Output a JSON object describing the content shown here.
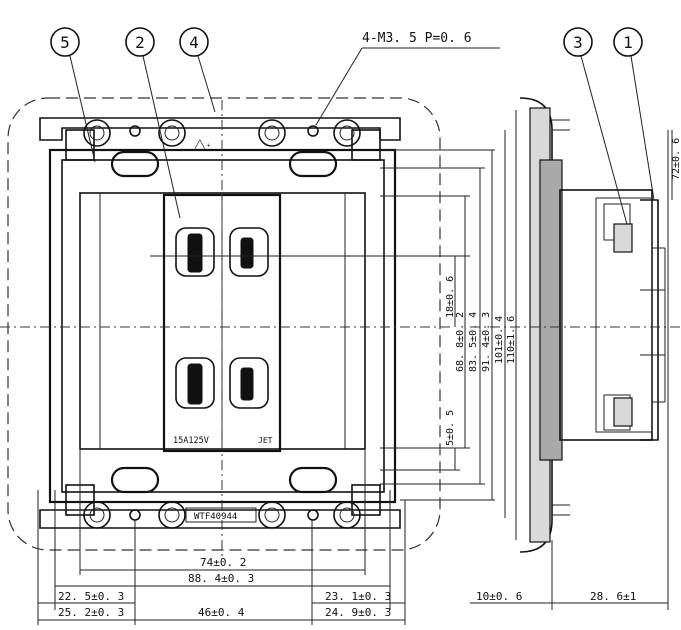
{
  "callouts": [
    {
      "num": "5"
    },
    {
      "num": "2"
    },
    {
      "num": "4"
    },
    {
      "num": "3"
    },
    {
      "num": "1"
    }
  ],
  "labels": {
    "screw_spec": "4-M3. 5 P=0. 6",
    "rating": "15A125V",
    "model": "WTF40944",
    "marking": "JET"
  },
  "dimensions": {
    "bottom_74": "74±0. 2",
    "bottom_88": "88. 4±0. 3",
    "left_22": "22. 5±0. 3",
    "left_25": "25. 2±0. 3",
    "center_46": "46±0. 4",
    "right_23": "23. 1±0. 3",
    "right_24": "24. 9±0. 3",
    "v_18": "18±0. 6",
    "v_68": "68. 8±0. 2",
    "v_83": "83. 5±0. 4",
    "v_91": "91. 4±0. 3",
    "v_101": "101±0. 4",
    "v_110": "110±1. 6",
    "v_5": "5±0. 5",
    "side_10": "10±0. 6",
    "side_28": "28. 6±1",
    "side_72": "72±0. 6"
  }
}
